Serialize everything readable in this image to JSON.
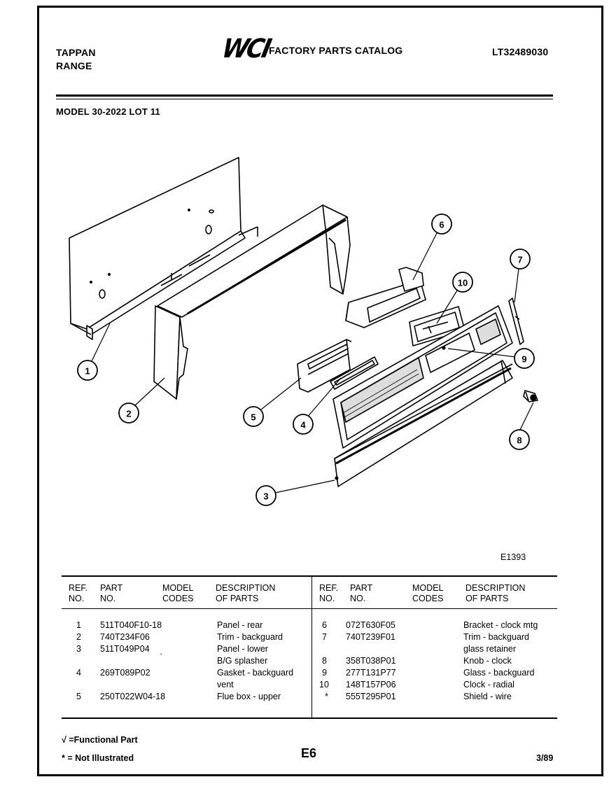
{
  "header": {
    "brand": "TAPPAN",
    "product": "RANGE",
    "logo_text": "WCI",
    "catalog_title": "FACTORY PARTS CATALOG",
    "catalog_number": "LT32489030",
    "model_line": "MODEL 30-2022 LOT 11"
  },
  "diagram": {
    "figure_code": "E1393",
    "callouts": [
      "1",
      "2",
      "3",
      "4",
      "5",
      "6",
      "7",
      "8",
      "9",
      "10"
    ]
  },
  "table": {
    "left_headers": {
      "ref": [
        "REF.",
        "NO."
      ],
      "part": [
        "PART",
        "NO."
      ],
      "model": [
        "MODEL",
        "CODES"
      ],
      "desc": [
        "DESCRIPTION",
        "OF PARTS"
      ]
    },
    "right_headers": {
      "ref": [
        "REF.",
        "NO."
      ],
      "part": [
        "PART",
        "NO."
      ],
      "model": [
        "MODEL",
        "CODES"
      ],
      "desc": [
        "DESCRIPTION",
        "OF PARTS"
      ]
    },
    "left_rows": [
      {
        "ref": "1",
        "part": "511T040F10-18",
        "model": "",
        "desc": "Panel - rear"
      },
      {
        "ref": "2",
        "part": "740T234F06",
        "model": "",
        "desc": "Trim - backguard"
      },
      {
        "ref": "3",
        "part": "511T049P04",
        "model": "",
        "desc": "Panel - lower"
      },
      {
        "ref": "",
        "part": "",
        "model": "·",
        "desc": "B/G splasher"
      },
      {
        "ref": "4",
        "part": "269T089P02",
        "model": "",
        "desc": "Gasket - backguard"
      },
      {
        "ref": "",
        "part": "",
        "model": "",
        "desc": "vent"
      },
      {
        "ref": "5",
        "part": "250T022W04-18",
        "model": "",
        "desc": "Flue box - upper"
      }
    ],
    "right_rows": [
      {
        "ref": "6",
        "part": "072T630F05",
        "model": "",
        "desc": "Bracket - clock mtg"
      },
      {
        "ref": "7",
        "part": "740T239F01",
        "model": "",
        "desc": "Trim - backguard"
      },
      {
        "ref": "",
        "part": "",
        "model": "",
        "desc": "glass retainer"
      },
      {
        "ref": "8",
        "part": "358T038P01",
        "model": "",
        "desc": "Knob - clock"
      },
      {
        "ref": "9",
        "part": "277T131P77",
        "model": "",
        "desc": "Glass - backguard"
      },
      {
        "ref": "10",
        "part": "148T157P06",
        "model": "",
        "desc": "Clock - radial"
      },
      {
        "ref": "*",
        "part": "555T295P01",
        "model": "",
        "desc": "Shield - wire"
      }
    ]
  },
  "footer": {
    "legend_functional": "√ =Functional Part",
    "legend_not_illustrated": "* = Not Illustrated",
    "page_code": "E6",
    "date": "3/89"
  }
}
